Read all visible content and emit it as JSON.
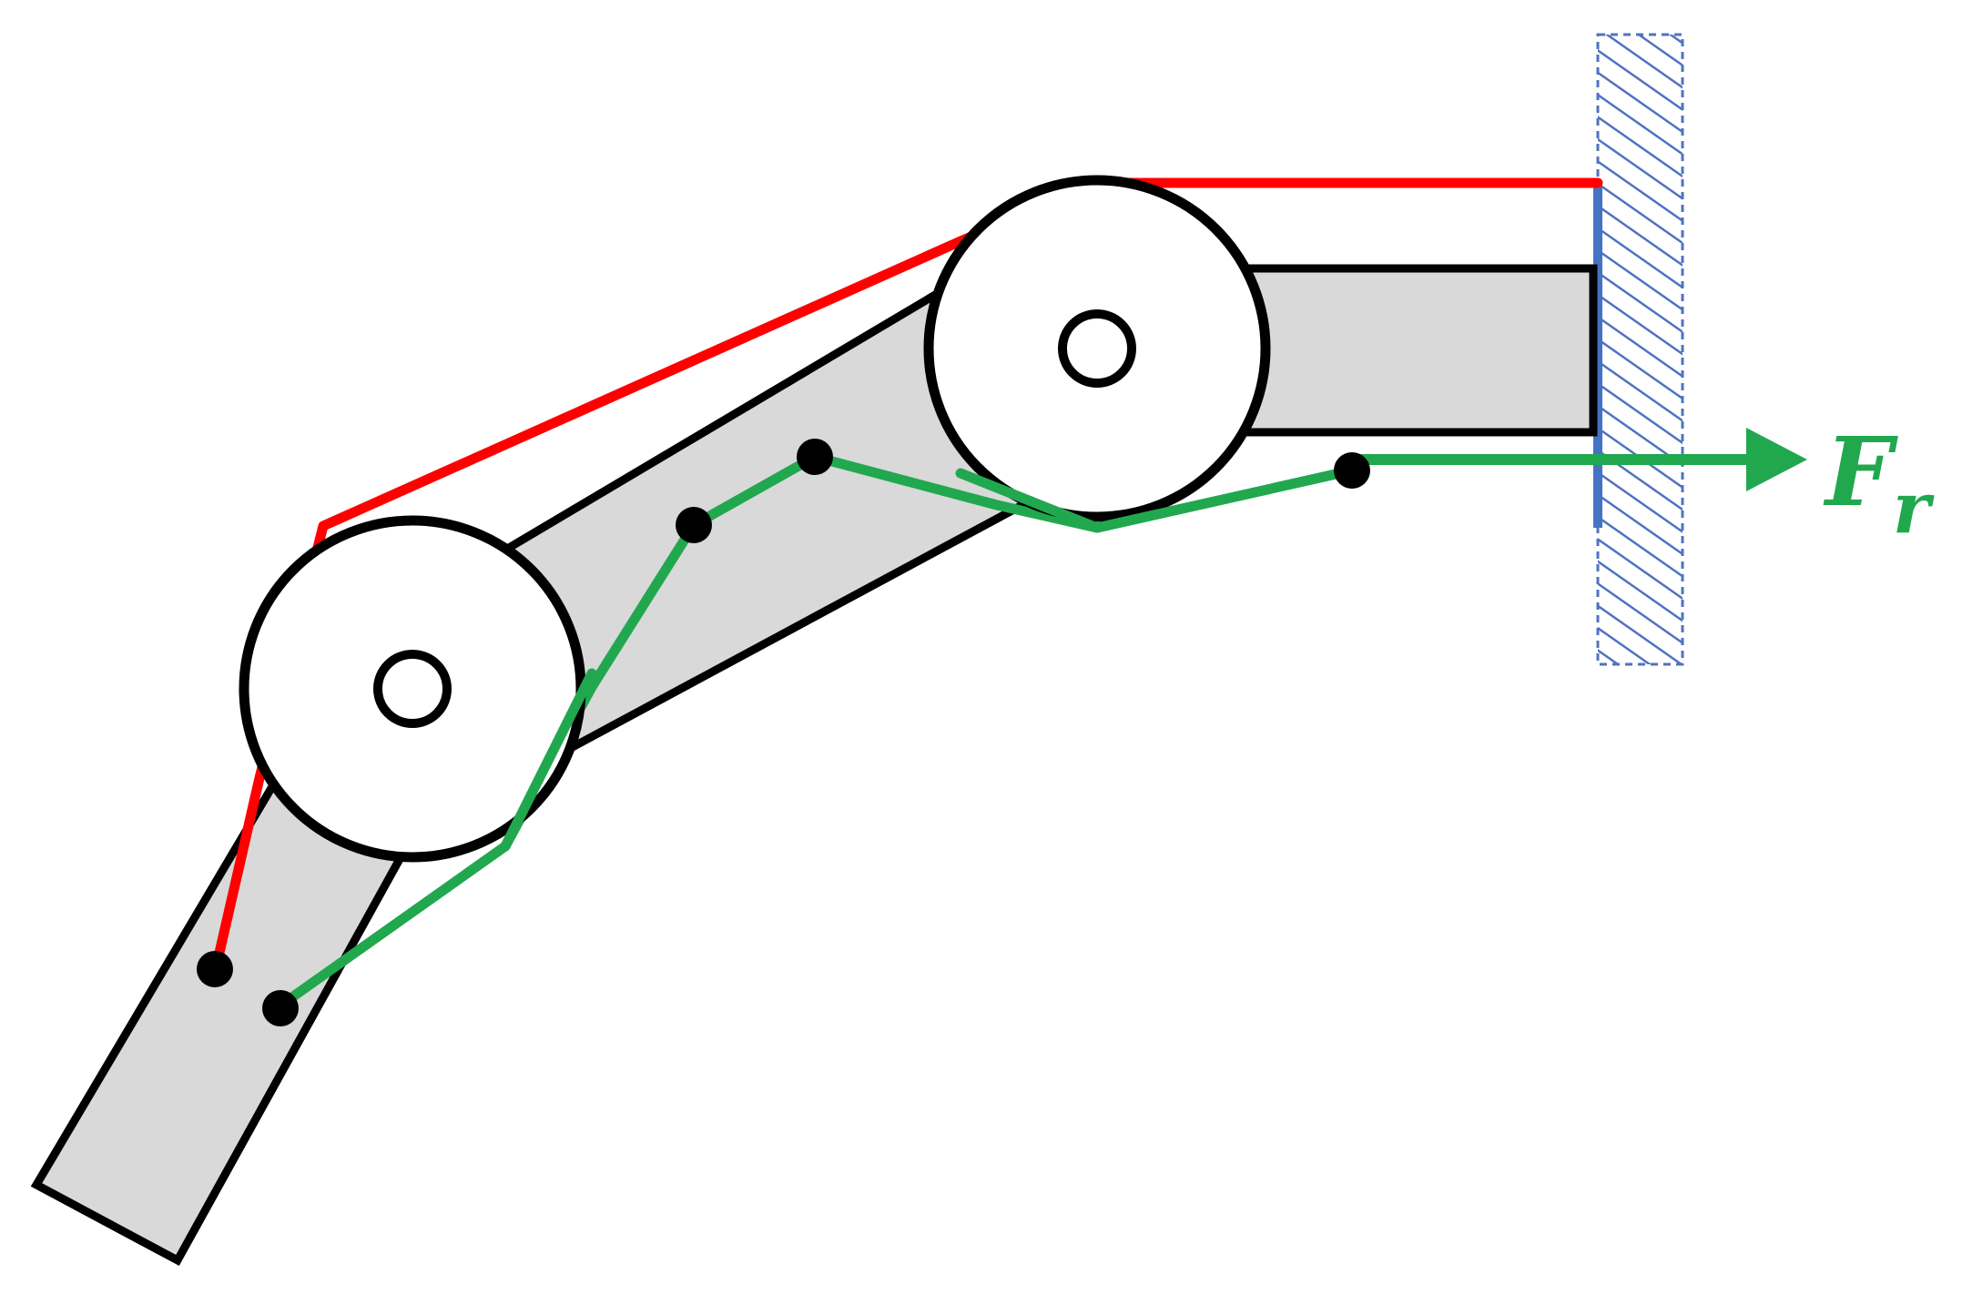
{
  "force": {
    "symbol": "F",
    "subscript": "r"
  },
  "colors": {
    "link_fill": "#d9d9d9",
    "outline": "#000000",
    "tendon_top": "#ff0000",
    "tendon_bottom": "#21a84f",
    "wall_hatch": "#4f73c0",
    "wall_edge": "#4472c4",
    "joint_fill": "#ffffff"
  },
  "icons": {
    "base": "hatched-wall",
    "joints": "pulley-circle",
    "anchors": "filled-dot"
  }
}
